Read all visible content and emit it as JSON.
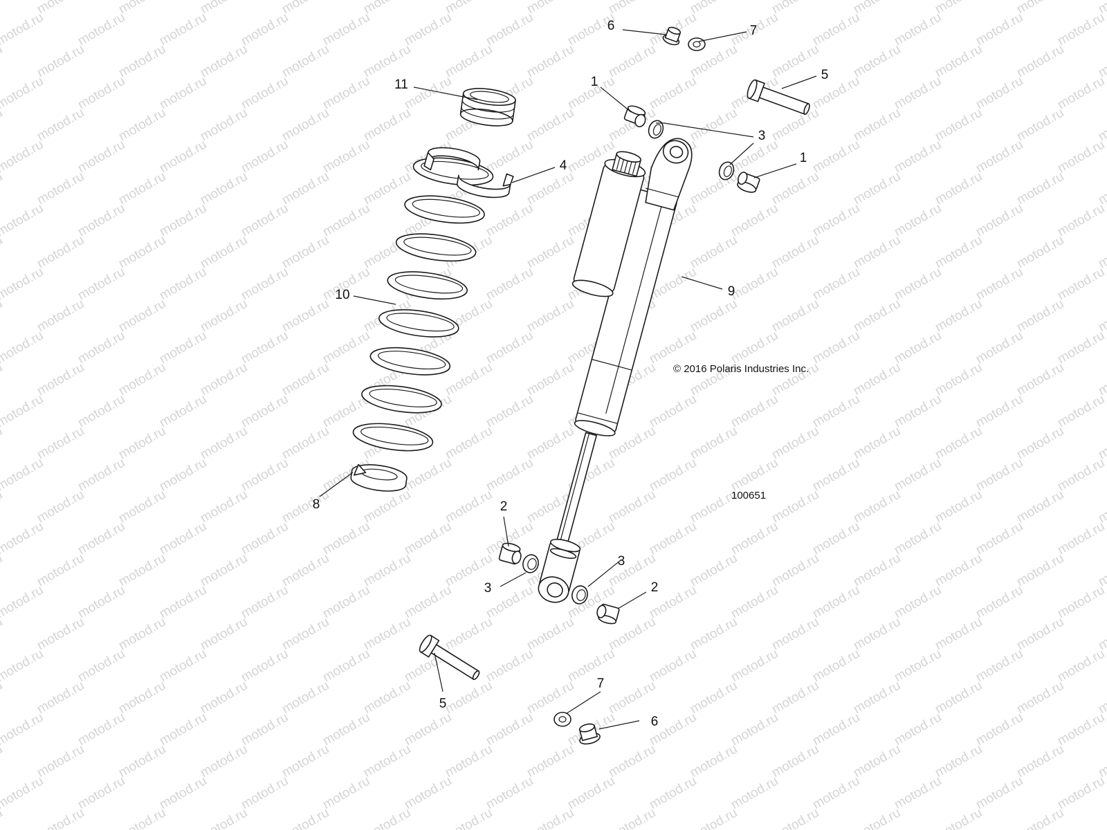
{
  "watermark": {
    "text": "motod.ru",
    "color": "#d4d4d4"
  },
  "copyright": "© 2016 Polaris Industries Inc.",
  "drawing_number": "100651",
  "colors": {
    "ink": "#1a1a1a",
    "background": "#ffffff"
  },
  "callouts": [
    {
      "id": "c6-top",
      "label": "6",
      "part": "flange-nut-top"
    },
    {
      "id": "c7-top",
      "label": "7",
      "part": "washer-top"
    },
    {
      "id": "c5-top",
      "label": "5",
      "part": "bolt-top"
    },
    {
      "id": "c11",
      "label": "11",
      "part": "spring-retainer"
    },
    {
      "id": "c1-left",
      "label": "1",
      "part": "bushing-top-left"
    },
    {
      "id": "c3-top",
      "label": "3",
      "part": "spacer-top"
    },
    {
      "id": "c1-right",
      "label": "1",
      "part": "bushing-top-right"
    },
    {
      "id": "c4",
      "label": "4",
      "part": "spring-collar"
    },
    {
      "id": "c9",
      "label": "9",
      "part": "shock-body"
    },
    {
      "id": "c10",
      "label": "10",
      "part": "coil-spring"
    },
    {
      "id": "c8",
      "label": "8",
      "part": "spring-seat"
    },
    {
      "id": "c2-left",
      "label": "2",
      "part": "bushing-bottom-left"
    },
    {
      "id": "c3-bl",
      "label": "3",
      "part": "spacer-bottom-left"
    },
    {
      "id": "c3-br",
      "label": "3",
      "part": "spacer-bottom-right"
    },
    {
      "id": "c2-right",
      "label": "2",
      "part": "bushing-bottom-right"
    },
    {
      "id": "c5-bottom",
      "label": "5",
      "part": "bolt-bottom"
    },
    {
      "id": "c7-bottom",
      "label": "7",
      "part": "washer-bottom"
    },
    {
      "id": "c6-bottom",
      "label": "6",
      "part": "flange-nut-bottom"
    }
  ]
}
